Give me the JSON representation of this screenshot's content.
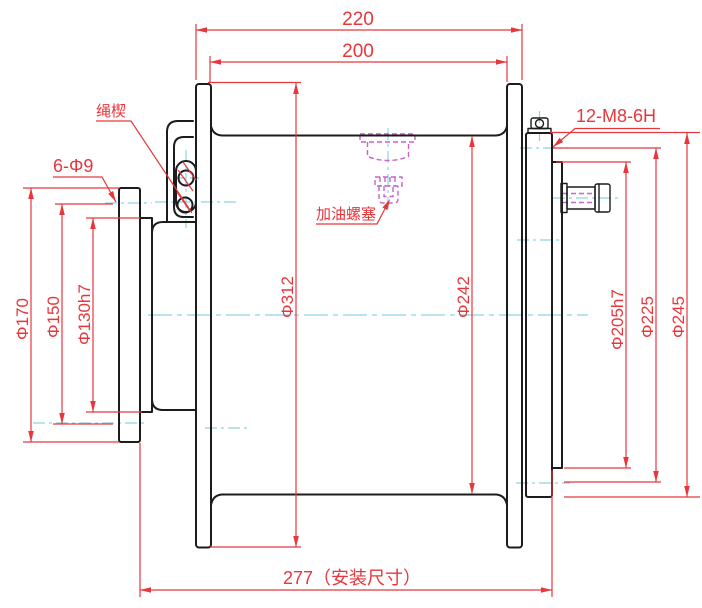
{
  "drawing_type": "winch-drum-section-drawing",
  "colors": {
    "outline": "#1c1c1c",
    "dimension": "#e8363c",
    "centerline": "#8fd4e4",
    "hidden": "#c863c8",
    "background": "#ffffff"
  },
  "annotations": {
    "rope_wedge": "绳楔",
    "oil_plug": "加油螺塞",
    "left_holes": "6-Φ9",
    "right_holes": "12-M8-6H"
  },
  "dimensions": {
    "overall_width": "220",
    "drum_length": "200",
    "install_width": "277（安装尺寸）",
    "flange_od": "Φ312",
    "drum_od": "Φ242",
    "left_flange_od": "Φ170",
    "left_bolt_circle": "Φ150",
    "left_spigot_od": "Φ130h7",
    "right_spigot_od": "Φ205h7",
    "right_bolt_circle": "Φ225",
    "right_hub_od": "Φ245"
  }
}
